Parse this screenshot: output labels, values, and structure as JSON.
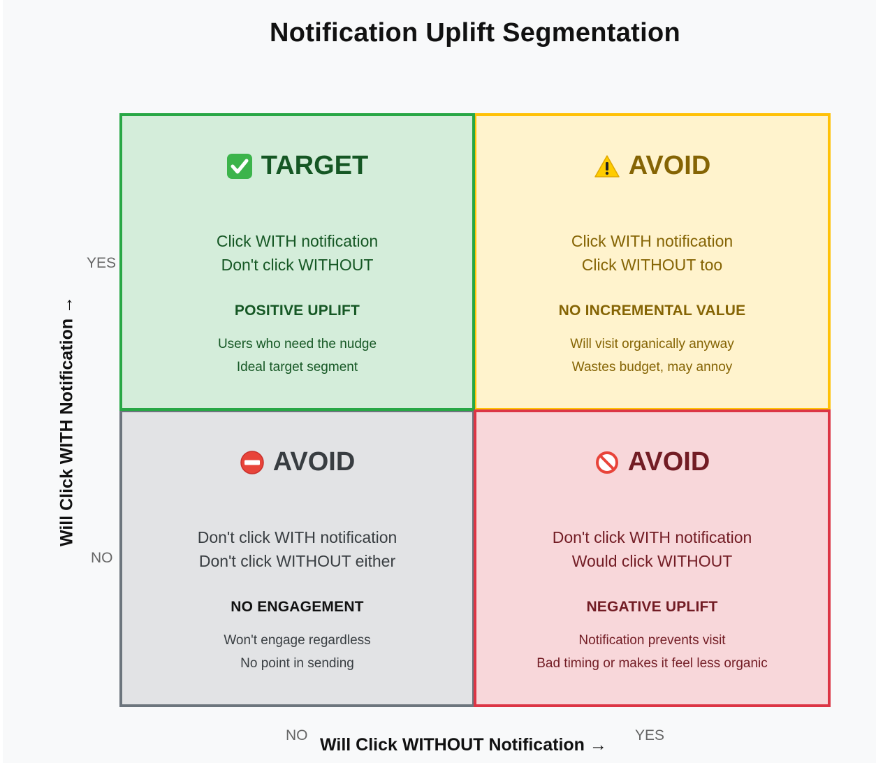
{
  "title": "Notification Uplift Segmentation",
  "axes": {
    "y_label": "Will Click WITH Notification →",
    "x_label": "Will Click WITHOUT Notification →",
    "y_yes": "YES",
    "y_no": "NO",
    "x_no": "NO",
    "x_yes": "YES"
  },
  "quadrants": {
    "top_left": {
      "icon": "check-mark-icon",
      "heading": "TARGET",
      "line1": "Click WITH notification",
      "line2": "Don't click WITHOUT",
      "label": "POSITIVE UPLIFT",
      "note1": "Users who need the nudge",
      "note2": "Ideal target segment",
      "border_color": "#28a745",
      "fill_color": "#d4edda"
    },
    "top_right": {
      "icon": "warning-icon",
      "heading": "AVOID",
      "line1": "Click WITH notification",
      "line2": "Click WITHOUT too",
      "label": "NO INCREMENTAL VALUE",
      "note1": "Will visit organically anyway",
      "note2": "Wastes budget, may annoy",
      "border_color": "#ffc107",
      "fill_color": "#fff3cd"
    },
    "bottom_left": {
      "icon": "no-entry-icon",
      "heading": "AVOID",
      "line1": "Don't click WITH notification",
      "line2": "Don't click WITHOUT either",
      "label": "NO ENGAGEMENT",
      "note1": "Won't engage regardless",
      "note2": "No point in sending",
      "border_color": "#6c757d",
      "fill_color": "#e2e3e5"
    },
    "bottom_right": {
      "icon": "prohibited-icon",
      "heading": "AVOID",
      "line1": "Don't click WITH notification",
      "line2": "Would click WITHOUT",
      "label": "NEGATIVE UPLIFT",
      "note1": "Notification prevents visit",
      "note2": "Bad timing or makes it feel less organic",
      "border_color": "#dc3545",
      "fill_color": "#f8d7da"
    }
  }
}
